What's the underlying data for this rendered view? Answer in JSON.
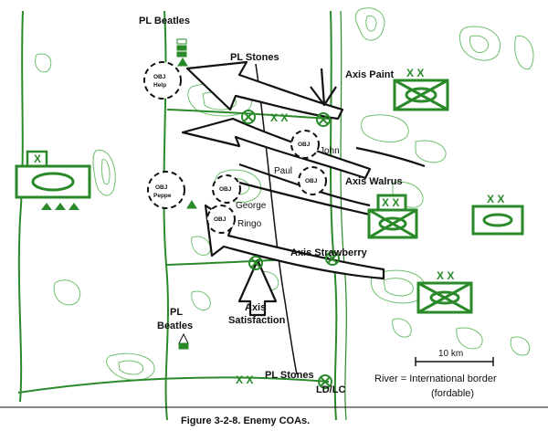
{
  "caption": "Figure 3-2-8.  Enemy COAs.",
  "phase_lines": {
    "beatles_north": "PL Beatles",
    "stones_north": "PL Stones",
    "beatles_south": "PL Beatles",
    "stones_south": "PL Stones",
    "ld_lc": "LD/LC"
  },
  "axes": {
    "paint": "Axis Paint",
    "walrus": "Axis Walrus",
    "strawberry": "Axis Strawberry",
    "satisfaction": "Axis Satisfaction"
  },
  "objectives": {
    "help": {
      "prefix": "OBJ",
      "name": "Help"
    },
    "peppe": {
      "prefix": "OBJ",
      "name": "Peppe"
    },
    "john": {
      "prefix": "OBJ",
      "name": "John"
    },
    "paul": {
      "prefix": "OBJ",
      "name": "Paul"
    },
    "george": {
      "prefix": "OBJ",
      "name": "George"
    },
    "ringo": {
      "prefix": "OBJ",
      "name": "Ringo"
    }
  },
  "unit_echelons": {
    "friendly": "X",
    "enemy_1": "X X",
    "enemy_2": "X X",
    "enemy_3": "X X",
    "enemy_4": "X X",
    "boundary_marks": "X X"
  },
  "legend": {
    "scale": "10 km",
    "river_note_1": "River = International border",
    "river_note_2": "(fordable)"
  },
  "colors": {
    "unit_green": "#2a8a2a",
    "contour": "#6fbf6f",
    "axis_line": "#111111"
  }
}
